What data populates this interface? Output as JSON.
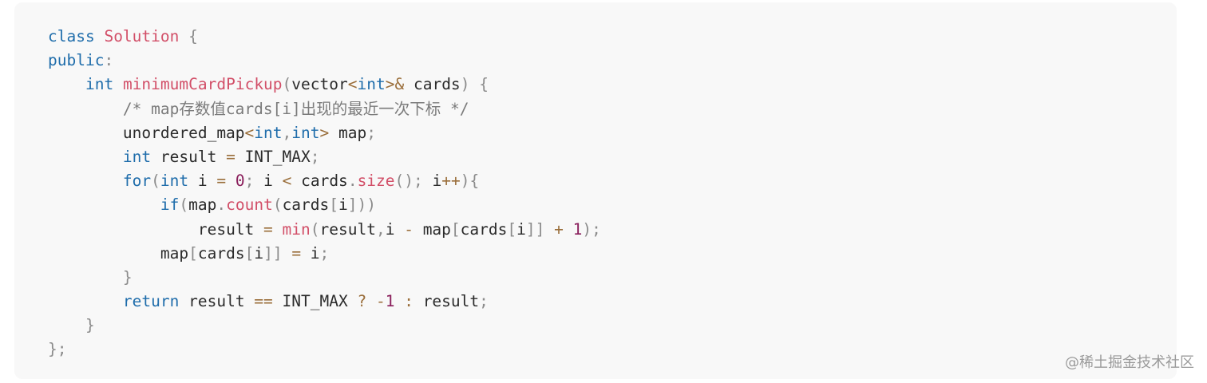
{
  "code": {
    "indent_unit": "    ",
    "lines": [
      {
        "indent": 0,
        "tokens": [
          {
            "t": "class",
            "k": "keyword"
          },
          {
            "t": " ",
            "k": "plain"
          },
          {
            "t": "Solution",
            "k": "class"
          },
          {
            "t": " ",
            "k": "plain"
          },
          {
            "t": "{",
            "k": "punct"
          }
        ]
      },
      {
        "indent": 0,
        "tokens": [
          {
            "t": "public",
            "k": "keyword"
          },
          {
            "t": ":",
            "k": "punct"
          }
        ]
      },
      {
        "indent": 1,
        "tokens": [
          {
            "t": "int",
            "k": "keyword"
          },
          {
            "t": " ",
            "k": "plain"
          },
          {
            "t": "minimumCardPickup",
            "k": "func"
          },
          {
            "t": "(",
            "k": "punct"
          },
          {
            "t": "vector",
            "k": "plain"
          },
          {
            "t": "<",
            "k": "op"
          },
          {
            "t": "int",
            "k": "keyword"
          },
          {
            "t": ">",
            "k": "op"
          },
          {
            "t": "&",
            "k": "op"
          },
          {
            "t": " cards",
            "k": "plain"
          },
          {
            "t": ")",
            "k": "punct"
          },
          {
            "t": " ",
            "k": "plain"
          },
          {
            "t": "{",
            "k": "punct"
          }
        ]
      },
      {
        "indent": 2,
        "tokens": [
          {
            "t": "/* map存数值cards[i]出现的最近一次下标 */",
            "k": "comment"
          }
        ]
      },
      {
        "indent": 2,
        "tokens": [
          {
            "t": "unordered_map",
            "k": "plain"
          },
          {
            "t": "<",
            "k": "op"
          },
          {
            "t": "int",
            "k": "keyword"
          },
          {
            "t": ",",
            "k": "punct"
          },
          {
            "t": "int",
            "k": "keyword"
          },
          {
            "t": ">",
            "k": "op"
          },
          {
            "t": " map",
            "k": "plain"
          },
          {
            "t": ";",
            "k": "punct"
          }
        ]
      },
      {
        "indent": 2,
        "tokens": [
          {
            "t": "int",
            "k": "keyword"
          },
          {
            "t": " result ",
            "k": "plain"
          },
          {
            "t": "=",
            "k": "op"
          },
          {
            "t": " INT_MAX",
            "k": "plain"
          },
          {
            "t": ";",
            "k": "punct"
          }
        ]
      },
      {
        "indent": 2,
        "tokens": [
          {
            "t": "for",
            "k": "keyword"
          },
          {
            "t": "(",
            "k": "punct"
          },
          {
            "t": "int",
            "k": "keyword"
          },
          {
            "t": " i ",
            "k": "plain"
          },
          {
            "t": "=",
            "k": "op"
          },
          {
            "t": " ",
            "k": "plain"
          },
          {
            "t": "0",
            "k": "number"
          },
          {
            "t": ";",
            "k": "punct"
          },
          {
            "t": " i ",
            "k": "plain"
          },
          {
            "t": "<",
            "k": "op"
          },
          {
            "t": " cards",
            "k": "plain"
          },
          {
            "t": ".",
            "k": "punct"
          },
          {
            "t": "size",
            "k": "func"
          },
          {
            "t": "();",
            "k": "punct"
          },
          {
            "t": " i",
            "k": "plain"
          },
          {
            "t": "++",
            "k": "op"
          },
          {
            "t": "){",
            "k": "punct"
          }
        ]
      },
      {
        "indent": 3,
        "tokens": [
          {
            "t": "if",
            "k": "keyword"
          },
          {
            "t": "(",
            "k": "punct"
          },
          {
            "t": "map",
            "k": "plain"
          },
          {
            "t": ".",
            "k": "punct"
          },
          {
            "t": "count",
            "k": "func"
          },
          {
            "t": "(",
            "k": "punct"
          },
          {
            "t": "cards",
            "k": "plain"
          },
          {
            "t": "[",
            "k": "punct"
          },
          {
            "t": "i",
            "k": "plain"
          },
          {
            "t": "]))",
            "k": "punct"
          }
        ]
      },
      {
        "indent": 4,
        "tokens": [
          {
            "t": "result ",
            "k": "plain"
          },
          {
            "t": "=",
            "k": "op"
          },
          {
            "t": " ",
            "k": "plain"
          },
          {
            "t": "min",
            "k": "func"
          },
          {
            "t": "(",
            "k": "punct"
          },
          {
            "t": "result",
            "k": "plain"
          },
          {
            "t": ",",
            "k": "punct"
          },
          {
            "t": "i ",
            "k": "plain"
          },
          {
            "t": "-",
            "k": "op"
          },
          {
            "t": " map",
            "k": "plain"
          },
          {
            "t": "[",
            "k": "punct"
          },
          {
            "t": "cards",
            "k": "plain"
          },
          {
            "t": "[",
            "k": "punct"
          },
          {
            "t": "i",
            "k": "plain"
          },
          {
            "t": "]]",
            "k": "punct"
          },
          {
            "t": " ",
            "k": "plain"
          },
          {
            "t": "+",
            "k": "op"
          },
          {
            "t": " ",
            "k": "plain"
          },
          {
            "t": "1",
            "k": "number"
          },
          {
            "t": ");",
            "k": "punct"
          }
        ]
      },
      {
        "indent": 3,
        "tokens": [
          {
            "t": "map",
            "k": "plain"
          },
          {
            "t": "[",
            "k": "punct"
          },
          {
            "t": "cards",
            "k": "plain"
          },
          {
            "t": "[",
            "k": "punct"
          },
          {
            "t": "i",
            "k": "plain"
          },
          {
            "t": "]]",
            "k": "punct"
          },
          {
            "t": " ",
            "k": "plain"
          },
          {
            "t": "=",
            "k": "op"
          },
          {
            "t": " i",
            "k": "plain"
          },
          {
            "t": ";",
            "k": "punct"
          }
        ]
      },
      {
        "indent": 2,
        "tokens": [
          {
            "t": "}",
            "k": "punct"
          }
        ]
      },
      {
        "indent": 2,
        "tokens": [
          {
            "t": "return",
            "k": "keyword"
          },
          {
            "t": " result ",
            "k": "plain"
          },
          {
            "t": "==",
            "k": "op"
          },
          {
            "t": " INT_MAX ",
            "k": "plain"
          },
          {
            "t": "?",
            "k": "op"
          },
          {
            "t": " ",
            "k": "plain"
          },
          {
            "t": "-",
            "k": "op"
          },
          {
            "t": "1",
            "k": "number"
          },
          {
            "t": " ",
            "k": "plain"
          },
          {
            "t": ":",
            "k": "op"
          },
          {
            "t": " result",
            "k": "plain"
          },
          {
            "t": ";",
            "k": "punct"
          }
        ]
      },
      {
        "indent": 1,
        "tokens": [
          {
            "t": "}",
            "k": "punct"
          }
        ]
      },
      {
        "indent": 0,
        "tokens": [
          {
            "t": "};",
            "k": "punct"
          }
        ]
      }
    ]
  },
  "watermark": "@稀土掘金技术社区",
  "colors": {
    "background": "#f8f8f8",
    "keyword": "#1f6dab",
    "function": "#d24f68",
    "number": "#8a1f5c",
    "operator": "#9a6e3a",
    "punctuation": "#8b8b8b",
    "comment": "#7b7b7b"
  }
}
